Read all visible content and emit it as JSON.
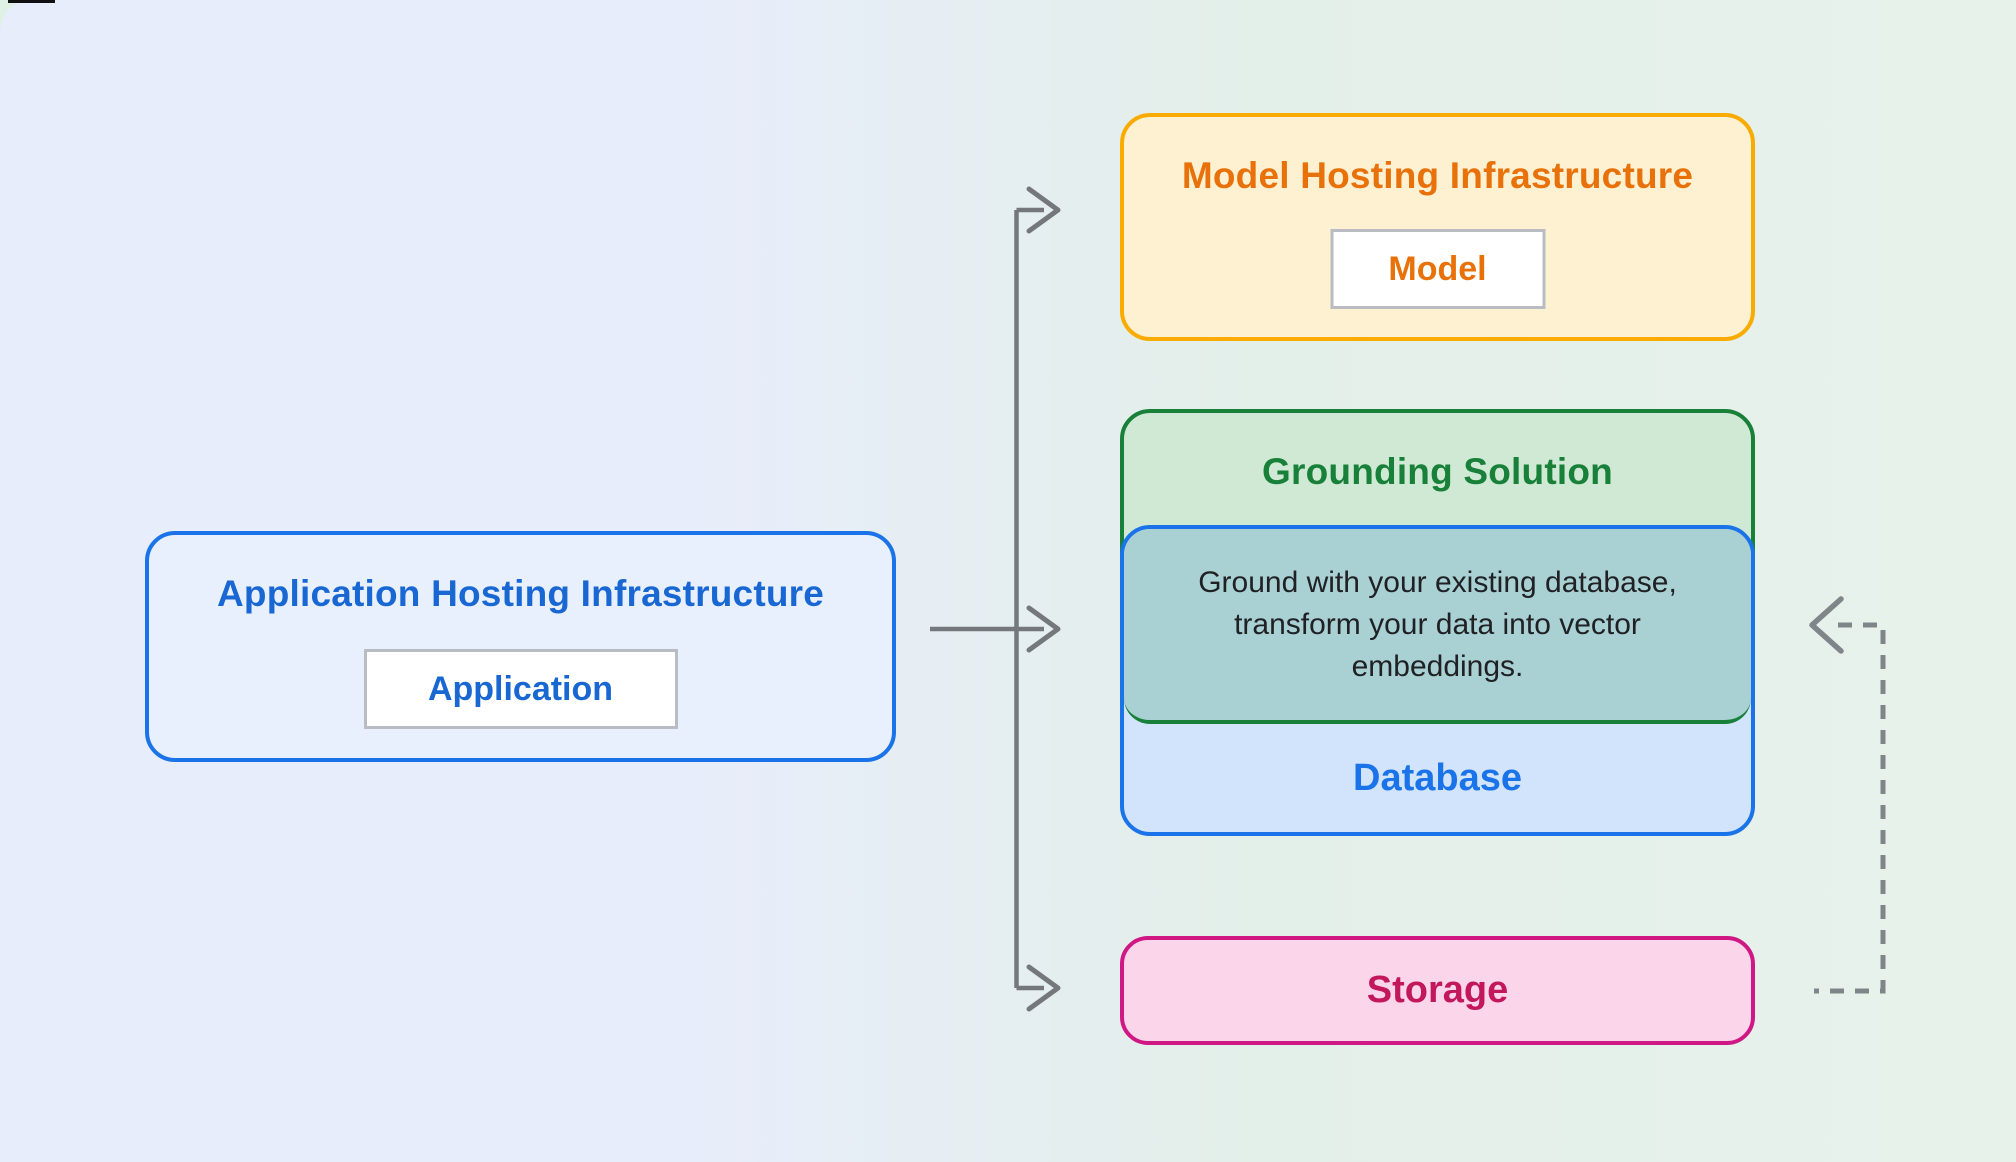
{
  "diagram": {
    "application_hosting": {
      "title": "Application Hosting Infrastructure",
      "inner_label": "Application"
    },
    "model_hosting": {
      "title": "Model Hosting Infrastructure",
      "inner_label": "Model"
    },
    "grounding": {
      "title": "Grounding Solution",
      "description": "Ground with your existing database, transform your data into vector embeddings."
    },
    "database": {
      "label": "Database"
    },
    "storage": {
      "label": "Storage"
    },
    "colors": {
      "application_border": "#1a73e8",
      "application_fill": "#e8f0fe",
      "application_text": "#1967d2",
      "model_border": "#f9ab00",
      "model_fill": "#fdf1d2",
      "model_text": "#e8710a",
      "grounding_border": "#188038",
      "grounding_fill": "#cfe9d5",
      "grounding_text": "#188038",
      "database_border": "#1a73e8",
      "database_fill": "#d2e3fc",
      "database_text": "#1a73e8",
      "overlap_fill": "#a9d0d3",
      "description_text": "#202124",
      "storage_border": "#d01884",
      "storage_fill": "#fbd5e9",
      "storage_text": "#c2185b",
      "arrow_solid": "#74787c",
      "arrow_dashed": "#7e868a",
      "background_left": "#e8edfb",
      "background_right": "#e6f2ea"
    }
  }
}
